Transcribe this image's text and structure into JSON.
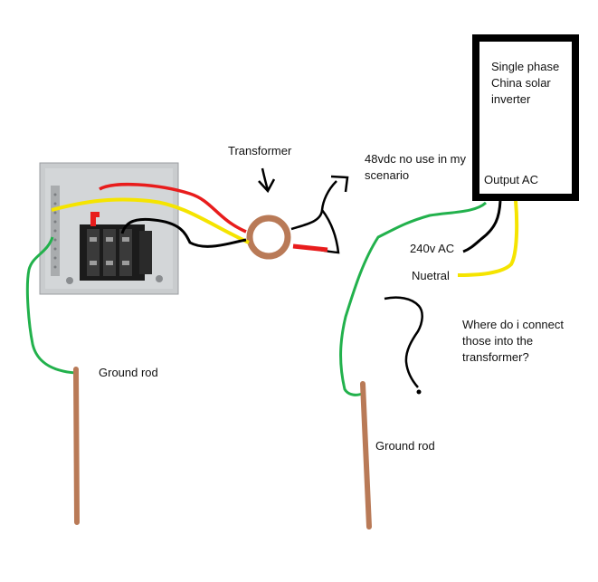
{
  "labels": {
    "transformer": "Transformer",
    "dc_note": "48vdc no use in my scenario",
    "inverter": "Single phase China solar inverter",
    "output_ac": "Output AC",
    "ac_240v": "240v AC",
    "neutral": "Nuetral",
    "question": "Where do i connect those into the transformer?",
    "ground_rod_left": "Ground rod",
    "ground_rod_right": "Ground rod"
  },
  "colors": {
    "wire_red": "#e81c1c",
    "wire_yellow": "#f5e400",
    "wire_black": "#000000",
    "wire_green": "#22b14c",
    "rod_brown": "#b97a57",
    "panel_gray": "#c9ccce"
  }
}
